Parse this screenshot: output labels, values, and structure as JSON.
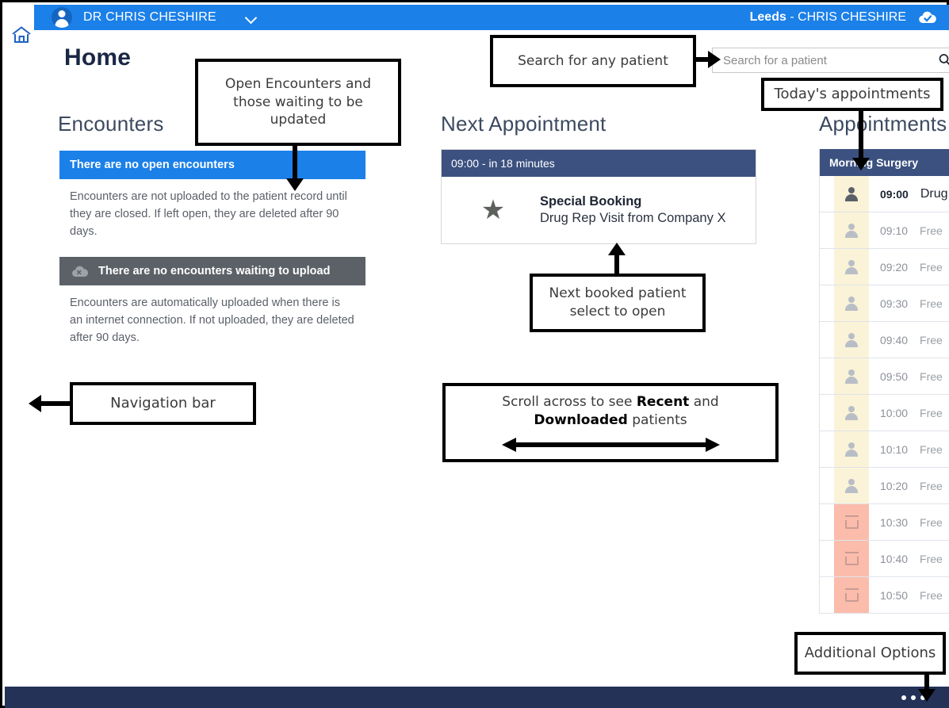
{
  "header": {
    "user_name": "DR CHRIS CHESHIRE",
    "site_prefix": "Leeds",
    "site_separator": " - ",
    "site_user": "CHRIS CHESHIRE",
    "avatar_icon": "user-avatar-icon",
    "chevron_icon": "chevron-down-icon",
    "cloud_icon": "cloud-check-icon"
  },
  "nav": {
    "home_icon": "home-icon"
  },
  "page": {
    "title": "Home"
  },
  "search": {
    "placeholder": "Search for a patient",
    "value": "",
    "icon": "search-icon"
  },
  "encounters": {
    "heading": "Encounters",
    "open_bar": "There are no open encounters",
    "open_note": "Encounters are not uploaded to the patient record until they are closed. If left open, they are deleted after 90 days.",
    "upload_bar": "There are no encounters waiting to upload",
    "upload_icon": "cloud-x-icon",
    "upload_note": "Encounters are automatically uploaded when there is an internet connection. If not uploaded, they are deleted after 90 days."
  },
  "next_appointment": {
    "heading": "Next Appointment",
    "time_label": "09:00 - in 18 minutes",
    "star_icon": "star-icon",
    "title": "Special Booking",
    "subtitle": "Drug Rep Visit from Company X"
  },
  "appointments": {
    "heading": "Appointments",
    "session": "Morning Surgery",
    "rows": [
      {
        "time": "09:00",
        "name": "Drug Rep Visit",
        "icon": "person-icon",
        "state": "booked"
      },
      {
        "time": "09:10",
        "name": "Free",
        "icon": "person-icon",
        "state": "free"
      },
      {
        "time": "09:20",
        "name": "Free",
        "icon": "person-icon",
        "state": "free"
      },
      {
        "time": "09:30",
        "name": "Free",
        "icon": "person-icon",
        "state": "free"
      },
      {
        "time": "09:40",
        "name": "Free",
        "icon": "person-icon",
        "state": "free"
      },
      {
        "time": "09:50",
        "name": "Free",
        "icon": "person-icon",
        "state": "free"
      },
      {
        "time": "10:00",
        "name": "Free",
        "icon": "person-icon",
        "state": "free"
      },
      {
        "time": "10:10",
        "name": "Free",
        "icon": "person-icon",
        "state": "free"
      },
      {
        "time": "10:20",
        "name": "Free",
        "icon": "person-icon",
        "state": "free"
      },
      {
        "time": "10:30",
        "name": "Free",
        "icon": "calendar-icon",
        "state": "blocked"
      },
      {
        "time": "10:40",
        "name": "Free",
        "icon": "calendar-icon",
        "state": "blocked"
      },
      {
        "time": "10:50",
        "name": "Free",
        "icon": "calendar-icon",
        "state": "blocked"
      }
    ]
  },
  "bottom_bar": {
    "more_icon": "ellipsis-icon"
  },
  "annotations": {
    "open_encounters": "Open Encounters and those waiting to be updated",
    "search_any": "Search for any patient",
    "todays_appointments": "Today's appointments",
    "next_booked": "Next booked patient select to open",
    "scroll_line1_pre": "Scroll across to see ",
    "scroll_line1_bold": "Recent",
    "scroll_line1_post": " and",
    "scroll_line2_bold": "Downloaded",
    "scroll_line2_post": " patients",
    "navigation_bar": "Navigation bar",
    "additional_options": "Additional Options"
  },
  "colors": {
    "header_blue": "#1b80e8",
    "panel_navy": "#3c5180",
    "bottom_navy": "#243258",
    "upload_gray": "#5c6168",
    "slot_person": "#faf3d8",
    "slot_blocked": "#fbbcab"
  }
}
